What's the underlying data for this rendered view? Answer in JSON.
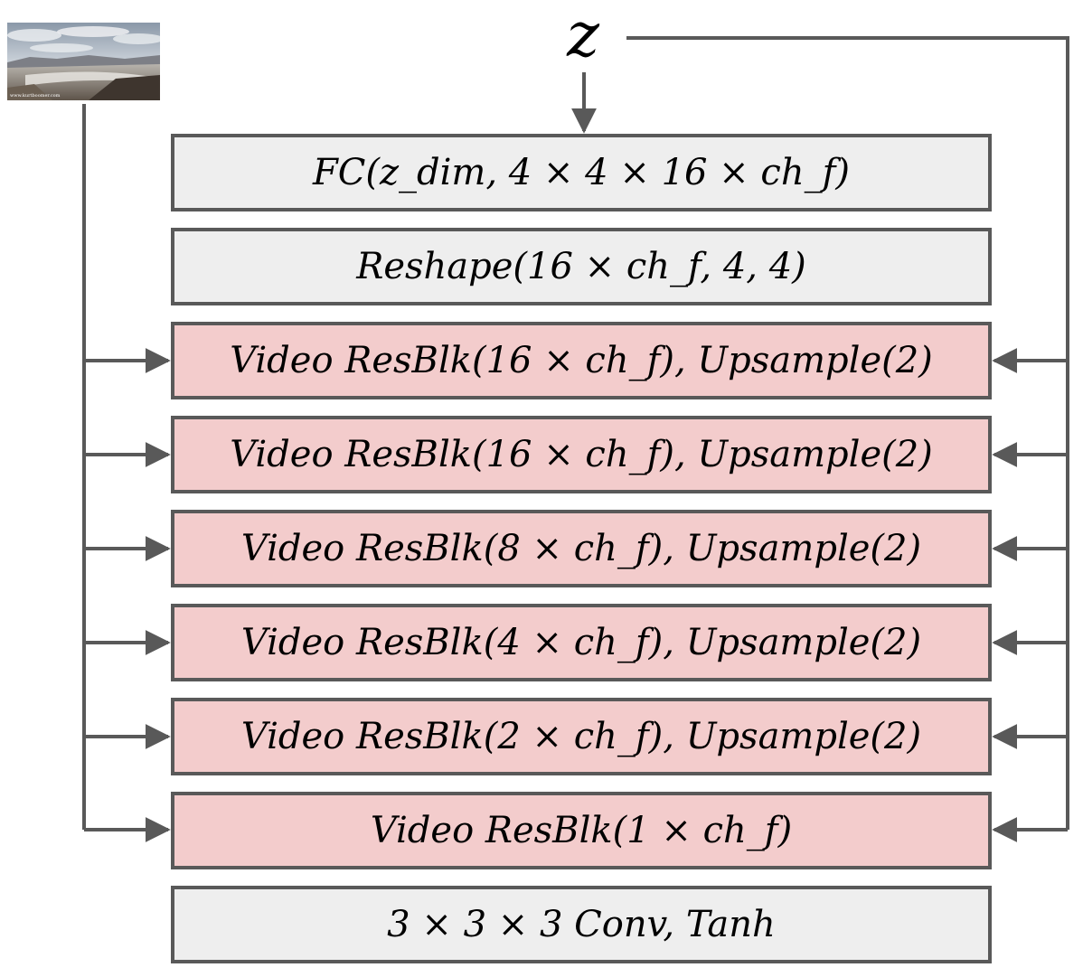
{
  "input": {
    "noise_label": "z",
    "image_caption": "www.kurtboomer.com"
  },
  "layers": [
    {
      "text": "FC(z_dim, 4 × 4 × 16 × ch_f)",
      "kind": "fc"
    },
    {
      "text": "Reshape(16 × ch_f, 4, 4)",
      "kind": "reshape"
    },
    {
      "text": "Video ResBlk(16 × ch_f), Upsample(2)",
      "kind": "video-resblock"
    },
    {
      "text": "Video ResBlk(16 × ch_f), Upsample(2)",
      "kind": "video-resblock"
    },
    {
      "text": "Video ResBlk(8 × ch_f), Upsample(2)",
      "kind": "video-resblock"
    },
    {
      "text": "Video ResBlk(4 × ch_f), Upsample(2)",
      "kind": "video-resblock"
    },
    {
      "text": "Video ResBlk(2 × ch_f), Upsample(2)",
      "kind": "video-resblock"
    },
    {
      "text": "Video ResBlk(1 × ch_f)",
      "kind": "video-resblock"
    },
    {
      "text": "3 × 3 × 3 Conv, Tanh",
      "kind": "conv"
    }
  ],
  "colors": {
    "gray_block": "#eeeeee",
    "pink_block": "#f3cccc",
    "line": "#595959"
  }
}
